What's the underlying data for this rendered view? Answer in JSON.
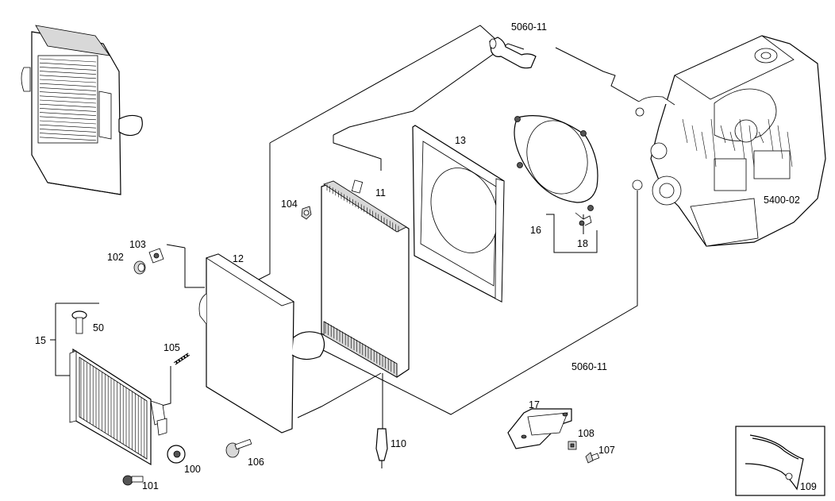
{
  "labels": {
    "p5060_top": "5060-11",
    "p5060_bottom": "5060-11",
    "p5400": "5400-02",
    "p11": "11",
    "p12": "12",
    "p13": "13",
    "p15": "15",
    "p16": "16",
    "p17": "17",
    "p18": "18",
    "p50": "50",
    "p100": "100",
    "p101": "101",
    "p102": "102",
    "p103": "103",
    "p104": "104",
    "p105": "105",
    "p106": "106",
    "p107": "107",
    "p108": "108",
    "p109": "109",
    "p110": "110"
  },
  "colors": {
    "line": "#000000",
    "background": "#ffffff",
    "shade": "#d8d8d8"
  }
}
